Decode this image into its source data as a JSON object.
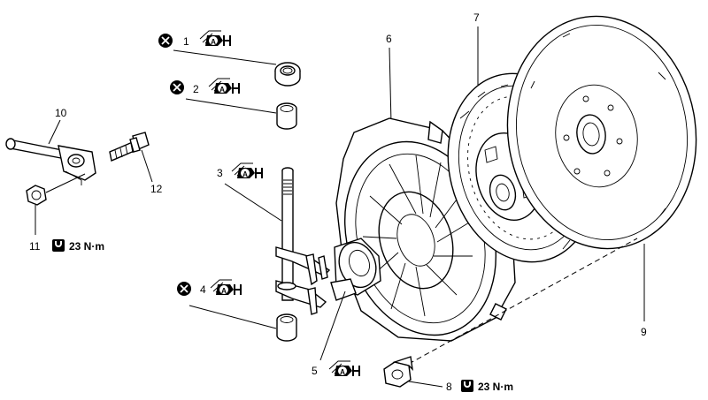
{
  "callouts": {
    "p1": "1",
    "p2": "2",
    "p3": "3",
    "p4": "4",
    "p5": "5",
    "p6": "6",
    "p7": "7",
    "p8": "8",
    "p9": "9",
    "p10": "10",
    "p11": "11",
    "p12": "12"
  },
  "torque": {
    "t11": "23 N·m",
    "t8": "23 N·m"
  },
  "symbols": {
    "grease_letter": "A",
    "replace_icon": "x-circle-icon",
    "grease_icon": "grease-brush-icon",
    "torque_icon": "torque-wrench-icon"
  }
}
